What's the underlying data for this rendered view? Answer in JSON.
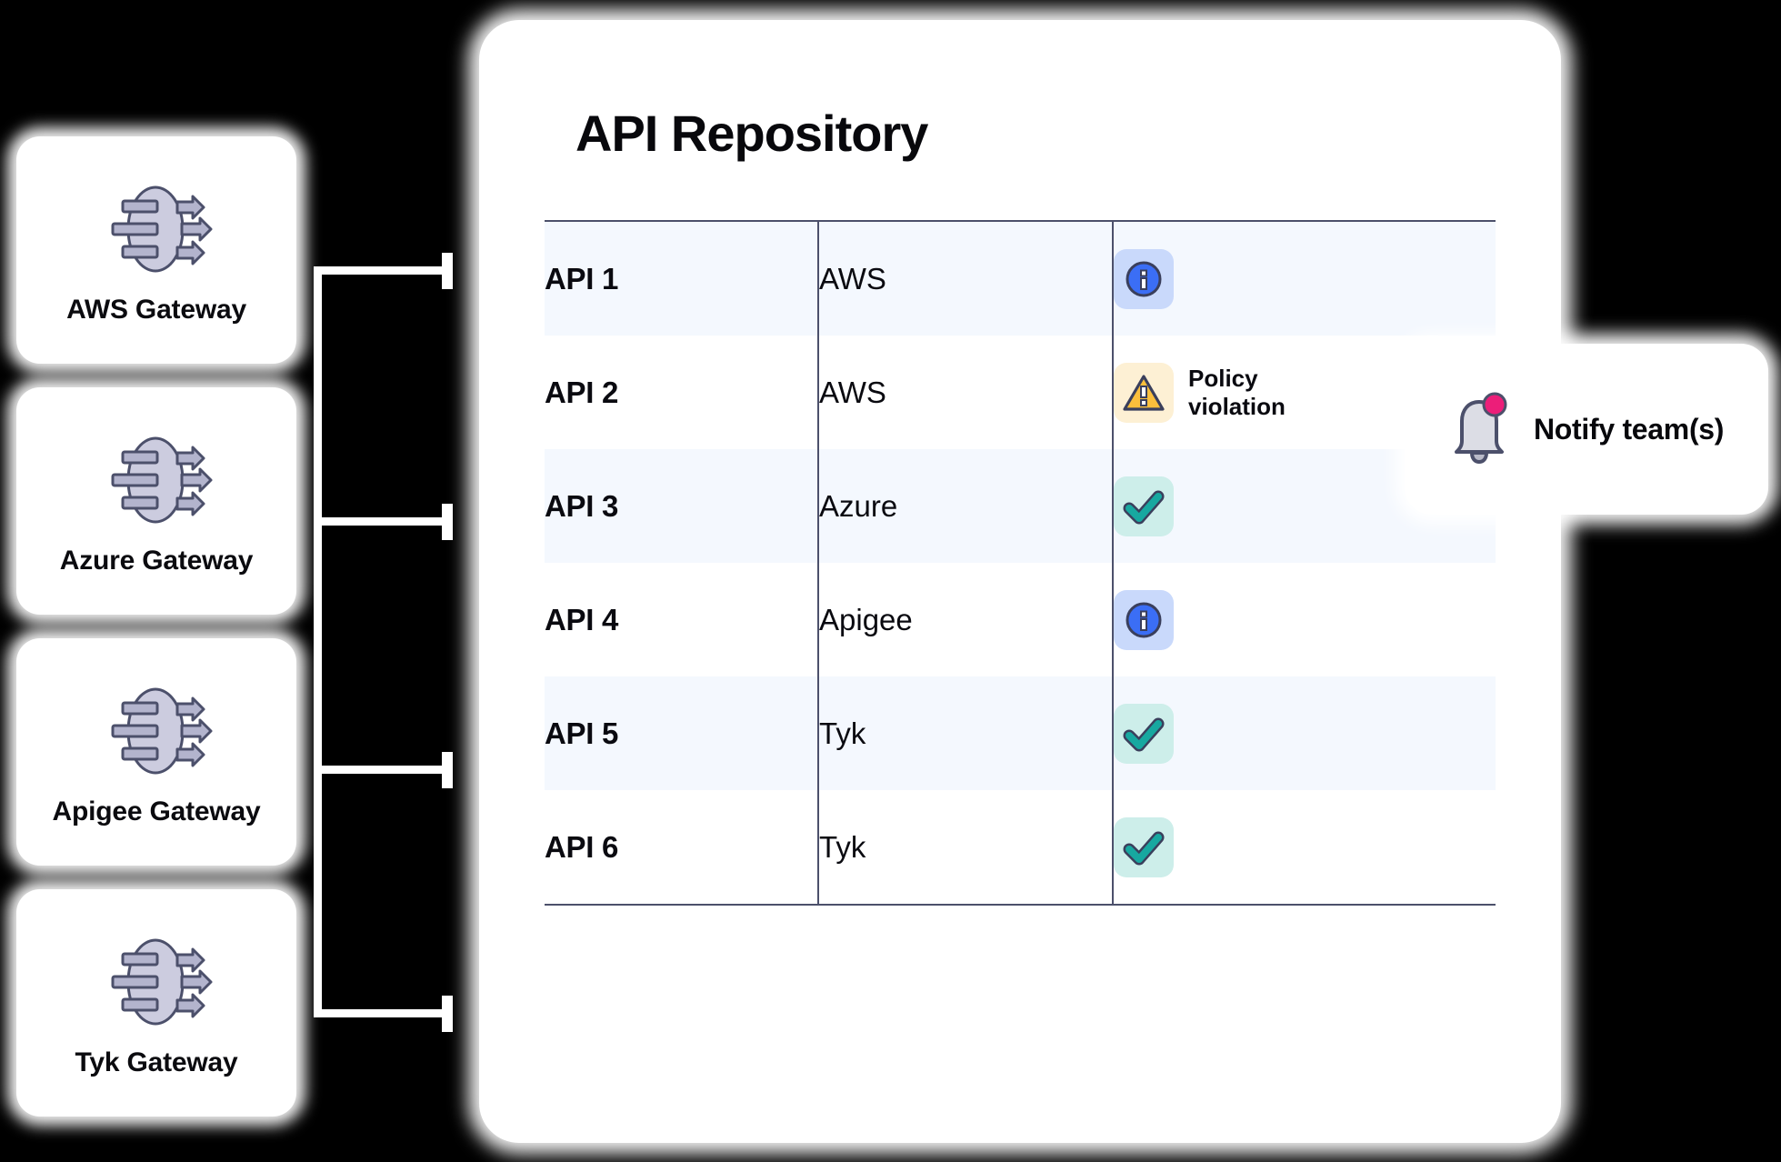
{
  "background_color": "#000000",
  "gateways": {
    "items": [
      {
        "label": "AWS Gateway",
        "icon": "api-gateway-icon"
      },
      {
        "label": "Azure Gateway",
        "icon": "api-gateway-icon"
      },
      {
        "label": "Apigee Gateway",
        "icon": "api-gateway-icon"
      },
      {
        "label": "Tyk Gateway",
        "icon": "api-gateway-icon"
      }
    ]
  },
  "repository": {
    "title": "API Repository",
    "table": {
      "rows": [
        {
          "api": "API 1",
          "provider": "AWS",
          "status_icon": "info-icon",
          "status_text": ""
        },
        {
          "api": "API 2",
          "provider": "AWS",
          "status_icon": "warning-icon",
          "status_text": "Policy violation"
        },
        {
          "api": "API 3",
          "provider": "Azure",
          "status_icon": "check-icon",
          "status_text": ""
        },
        {
          "api": "API 4",
          "provider": "Apigee",
          "status_icon": "info-icon",
          "status_text": ""
        },
        {
          "api": "API 5",
          "provider": "Tyk",
          "status_icon": "check-icon",
          "status_text": ""
        },
        {
          "api": "API 6",
          "provider": "Tyk",
          "status_icon": "check-icon",
          "status_text": ""
        }
      ]
    }
  },
  "notify": {
    "label": "Notify team(s)",
    "icon": "bell-icon",
    "badge_color": "#ec1e79"
  },
  "colors": {
    "connector_line": "#ffffff",
    "card_surface": "#ffffff",
    "row_tint": "#f4f8fe",
    "table_border": "#4c506b",
    "gateway_icon_fill": "#ccccdf",
    "gateway_icon_stroke": "#4c506b",
    "info_blue": "#3b6ef5",
    "warn_amber": "#fbbf3c",
    "ok_teal": "#17a8a0",
    "bell_gray": "#dcdde5",
    "text_primary": "#0a0a10"
  }
}
